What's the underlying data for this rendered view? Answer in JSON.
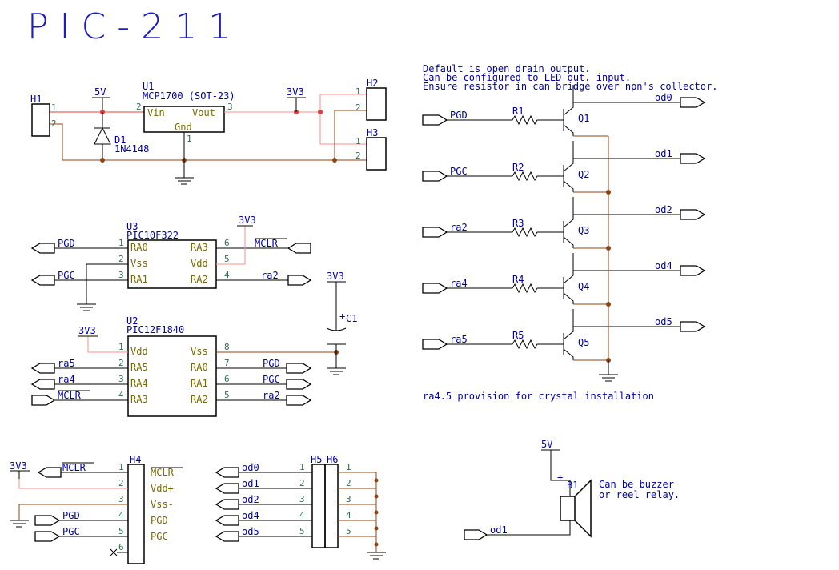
{
  "title": "PIC-211",
  "notes": {
    "line1": "Default is open drain output.",
    "line2": "Can be configured to LED out. input.",
    "line3": "Ensure resistor in can bridge over npn's collector.",
    "crystal": "ra4.5 provision for crystal installation",
    "buzzer1": "Can be buzzer",
    "buzzer2": "or reel relay."
  },
  "power": {
    "v5": "5V",
    "v33": "3V3"
  },
  "h1": {
    "ref": "H1",
    "pins": [
      "1",
      "2"
    ]
  },
  "h2": {
    "ref": "H2",
    "pins": [
      "1",
      "2"
    ]
  },
  "h3": {
    "ref": "H3",
    "pins": [
      "1",
      "2"
    ]
  },
  "d1": {
    "ref": "D1",
    "value": "1N4148"
  },
  "u1": {
    "ref": "U1",
    "value": "MCP1700 (SOT-23)",
    "vin": "Vin",
    "vout": "Vout",
    "gnd": "Gnd",
    "pin_vin": "2",
    "pin_vout": "3",
    "pin_gnd": "1"
  },
  "u3": {
    "ref": "U3",
    "value": "PIC10F322",
    "left": [
      {
        "num": "1",
        "name": "RA0"
      },
      {
        "num": "2",
        "name": "Vss"
      },
      {
        "num": "3",
        "name": "RA1"
      }
    ],
    "right": [
      {
        "num": "6",
        "name": "RA3"
      },
      {
        "num": "5",
        "name": "Vdd"
      },
      {
        "num": "4",
        "name": "RA2"
      }
    ]
  },
  "u2": {
    "ref": "U2",
    "value": "PIC12F1840",
    "left": [
      {
        "num": "1",
        "name": "Vdd"
      },
      {
        "num": "2",
        "name": "RA5"
      },
      {
        "num": "3",
        "name": "RA4"
      },
      {
        "num": "4",
        "name": "RA3"
      }
    ],
    "right": [
      {
        "num": "8",
        "name": "Vss"
      },
      {
        "num": "7",
        "name": "RA0"
      },
      {
        "num": "6",
        "name": "RA1"
      },
      {
        "num": "5",
        "name": "RA2"
      }
    ]
  },
  "c1": {
    "ref": "C1",
    "plus": "+"
  },
  "nets": {
    "pgd": "PGD",
    "pgc": "PGC",
    "mclr": "MCLR",
    "ra2": "ra2",
    "ra4": "ra4",
    "ra5": "ra5",
    "od0": "od0",
    "od1": "od1",
    "od2": "od2",
    "od4": "od4",
    "od5": "od5"
  },
  "transistors": [
    {
      "in": "PGD",
      "r": "R1",
      "q": "Q1",
      "out": "od0"
    },
    {
      "in": "PGC",
      "r": "R2",
      "q": "Q2",
      "out": "od1"
    },
    {
      "in": "ra2",
      "r": "R3",
      "q": "Q3",
      "out": "od2"
    },
    {
      "in": "ra4",
      "r": "R4",
      "q": "Q4",
      "out": "od4"
    },
    {
      "in": "ra5",
      "r": "R5",
      "q": "Q5",
      "out": "od5"
    }
  ],
  "h4": {
    "ref": "H4",
    "pins": [
      {
        "num": "1",
        "name": "MCLR"
      },
      {
        "num": "2",
        "name": "Vdd+"
      },
      {
        "num": "3",
        "name": "Vss-"
      },
      {
        "num": "4",
        "name": "PGD"
      },
      {
        "num": "5",
        "name": "PGC"
      },
      {
        "num": "6",
        "name": ""
      }
    ]
  },
  "h5": {
    "ref": "H5",
    "pins": [
      "1",
      "2",
      "3",
      "4",
      "5"
    ]
  },
  "h6": {
    "ref": "H6",
    "pins": [
      "1",
      "2",
      "3",
      "4",
      "5"
    ]
  },
  "b1": {
    "ref": "B1",
    "plus": "+"
  },
  "colors": {
    "wire": "#000000",
    "power": "#e03c3c",
    "ground": "#8b4513",
    "label": "#0000aa",
    "pin_name": "#7a6a00"
  }
}
